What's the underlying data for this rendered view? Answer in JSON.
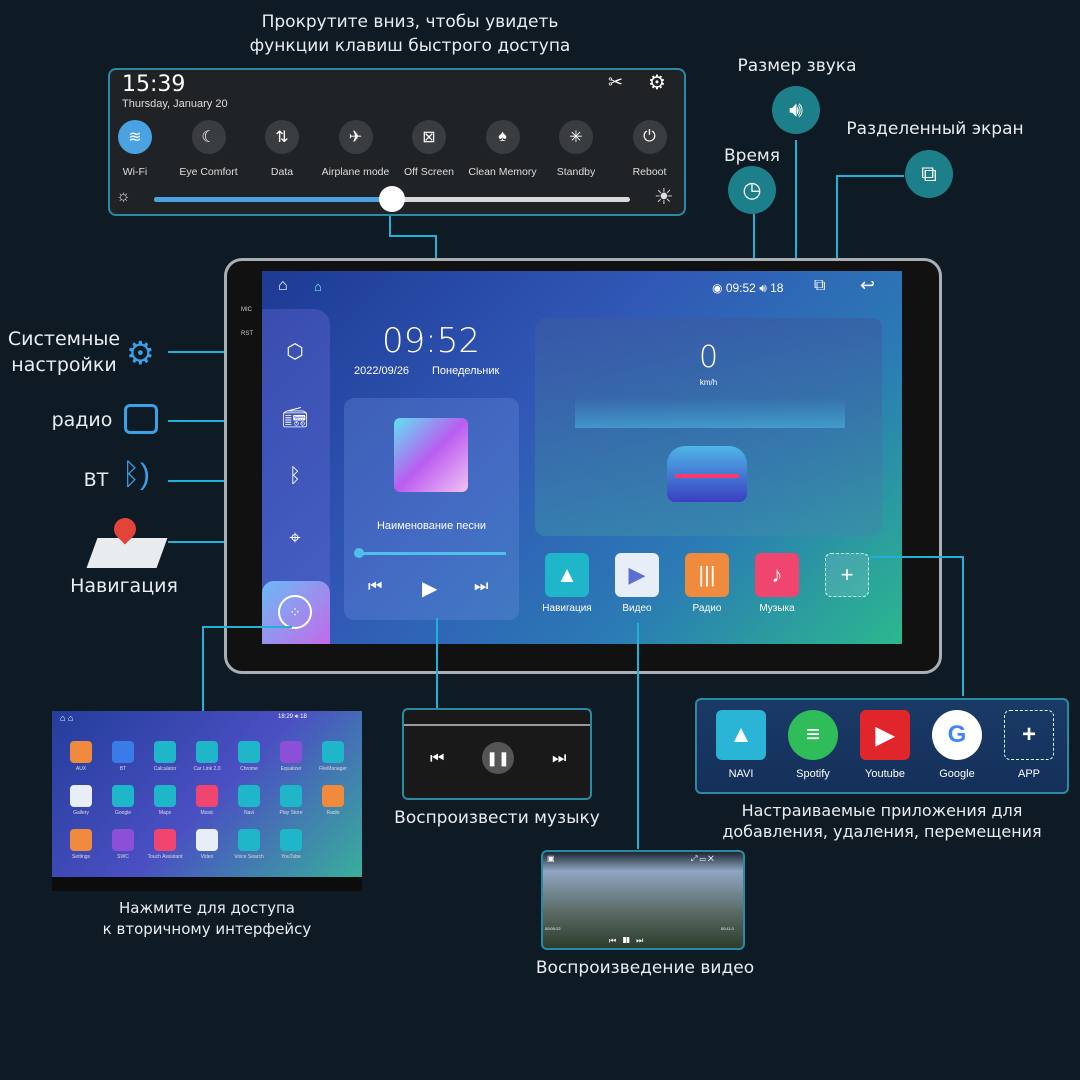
{
  "captions": {
    "scroll_down": "Прокрутите вниз, чтобы увидеть функции клавиш быстрого доступа",
    "scroll_down_line1": "Прокрутите вниз, чтобы увидеть",
    "scroll_down_line2": "функции клавиш быстрого доступа",
    "volume": "Размер звука",
    "time": "Время",
    "split_screen": "Разделенный экран",
    "system_settings_line1": "Системные",
    "system_settings_line2": "настройки",
    "radio": "радио",
    "bt": "BT",
    "navigation": "Навигация",
    "secondary_line1": "Нажмите для доступа",
    "secondary_line2": "к вторичному интерфейсу",
    "play_music": "Воспроизвести музыку",
    "play_video": "Воспроизведение видео",
    "custom_apps_line1": "Настраиваемые приложения для",
    "custom_apps_line2": "добавления, удаления, перемещения"
  },
  "quick_panel": {
    "time": "15:39",
    "date": "Thursday, January 20",
    "brightness_percent": 50,
    "buttons": [
      {
        "label": "Wi-Fi",
        "icon": "wifi-icon",
        "glyph": "≋",
        "active": true
      },
      {
        "label": "Eye Comfort",
        "icon": "moon-icon",
        "glyph": "☾"
      },
      {
        "label": "Data",
        "icon": "data-transfer-icon",
        "glyph": "⇅"
      },
      {
        "label": "Airplane mode",
        "icon": "airplane-icon",
        "glyph": "✈"
      },
      {
        "label": "Off Screen",
        "icon": "screen-off-icon",
        "glyph": "⊠"
      },
      {
        "label": "Clean Memory",
        "icon": "rocket-icon",
        "glyph": "♠"
      },
      {
        "label": "Standby",
        "icon": "standby-icon",
        "glyph": "✳"
      },
      {
        "label": "Reboot",
        "icon": "power-icon",
        "glyph": "⏻"
      }
    ]
  },
  "head_unit": {
    "labels": {
      "mic": "MIC",
      "rst": "RST"
    },
    "status_bar": {
      "time": "09:52",
      "volume": "18"
    },
    "clock": {
      "time": "09:52",
      "date": "2022/09/26",
      "weekday": "Понедельник"
    },
    "music": {
      "song_title": "Наименование песни",
      "progress_percent": 2
    },
    "speed": {
      "value": "0",
      "unit": "km/h"
    },
    "dock_apps": [
      {
        "label": "Навигация",
        "icon": "navigation-icon",
        "glyph": "▲",
        "color": "#1fb6c9"
      },
      {
        "label": "Видео",
        "icon": "video-icon",
        "glyph": "▶",
        "color": "#e8eef7"
      },
      {
        "label": "Радио",
        "icon": "radio-wave-icon",
        "glyph": "|||",
        "color": "#f08a3c"
      },
      {
        "label": "Музыка",
        "icon": "music-note-icon",
        "glyph": "♪",
        "color": "#f0456e"
      },
      {
        "label": "",
        "icon": "add-app-placeholder-icon",
        "glyph": "+",
        "color": "transparent"
      }
    ]
  },
  "secondary_screen": {
    "status_time": "18:29",
    "status_volume": "18",
    "apps": [
      {
        "label": "AUX",
        "color": "#f08a3c"
      },
      {
        "label": "BT",
        "color": "#3b7be8"
      },
      {
        "label": "Calculator",
        "color": "#1fb6c9"
      },
      {
        "label": "Car Link 2.0",
        "color": "#1fb6c9"
      },
      {
        "label": "Chrome",
        "color": "#1fb6c9"
      },
      {
        "label": "Equalizer",
        "color": "#8b4fd8"
      },
      {
        "label": "FileManager",
        "color": "#1fb6c9"
      },
      {
        "label": "Gallery",
        "color": "#e8eef7"
      },
      {
        "label": "Google",
        "color": "#1fb6c9"
      },
      {
        "label": "Maps",
        "color": "#1fb6c9"
      },
      {
        "label": "Music",
        "color": "#f0456e"
      },
      {
        "label": "Navi",
        "color": "#1fb6c9"
      },
      {
        "label": "Play Store",
        "color": "#1fb6c9"
      },
      {
        "label": "Radio",
        "color": "#f08a3c"
      },
      {
        "label": "Settings",
        "color": "#f08a3c"
      },
      {
        "label": "SWC",
        "color": "#8b4fd8"
      },
      {
        "label": "Touch Assistant",
        "color": "#f0456e"
      },
      {
        "label": "Video",
        "color": "#e8eef7"
      },
      {
        "label": "Voice Search",
        "color": "#1fb6c9"
      },
      {
        "label": "YouTube",
        "color": "#1fb6c9"
      }
    ]
  },
  "custom_apps": [
    {
      "label": "NAVI",
      "icon": "navigation-icon",
      "glyph": "▲",
      "color": "#2ab4d6"
    },
    {
      "label": "Spotify",
      "icon": "spotify-icon",
      "glyph": "≡",
      "color": "#2fbd5a"
    },
    {
      "label": "Youtube",
      "icon": "youtube-icon",
      "glyph": "▶",
      "color": "#e0262b"
    },
    {
      "label": "Google",
      "icon": "google-icon",
      "glyph": "G",
      "color": "#ffffff"
    },
    {
      "label": "APP",
      "icon": "add-app-icon",
      "glyph": "+",
      "color": "transparent"
    }
  ],
  "video_player": {
    "elapsed": "00:00:22",
    "total": "00:11:1"
  }
}
